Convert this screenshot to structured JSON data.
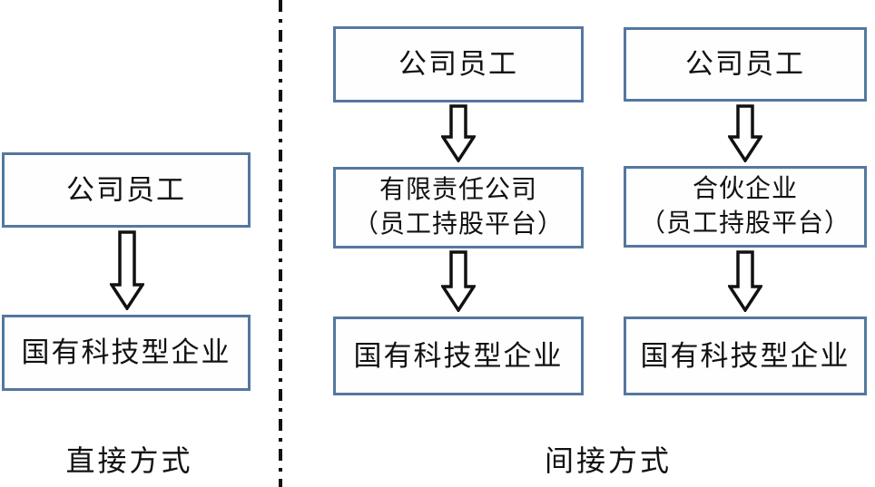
{
  "colors": {
    "box_border": "#54789f",
    "box_fill": "#fefefe",
    "line": "#111111",
    "text": "#111111",
    "background": "#ffffff"
  },
  "diagram": {
    "direct": {
      "label": "直接方式",
      "flow": [
        {
          "lines": [
            "公司员工"
          ]
        },
        {
          "lines": [
            "国有科技型企业"
          ]
        }
      ]
    },
    "indirect": {
      "label": "间接方式",
      "flows": [
        [
          {
            "lines": [
              "公司员工"
            ]
          },
          {
            "lines": [
              "有限责任公司",
              "（员工持股平台）"
            ]
          },
          {
            "lines": [
              "国有科技型企业"
            ]
          }
        ],
        [
          {
            "lines": [
              "公司员工"
            ]
          },
          {
            "lines": [
              "合伙企业",
              "（员工持股平台）"
            ]
          },
          {
            "lines": [
              "国有科技型企业"
            ]
          }
        ]
      ]
    }
  }
}
